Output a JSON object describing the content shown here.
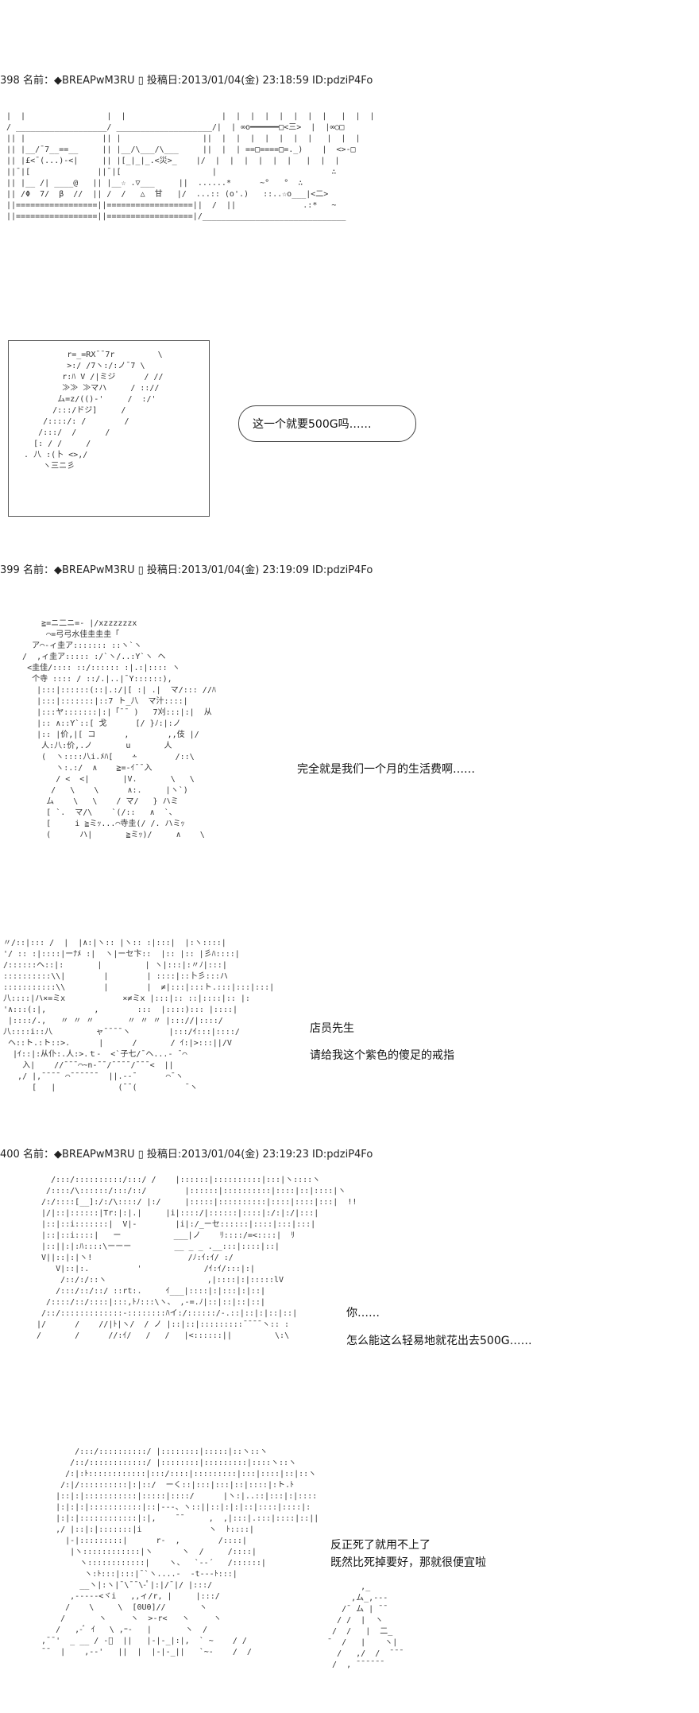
{
  "posts": [
    {
      "header": "398 名前：◆BREAPwM3RU ▯ 投稿日:2013/01/04(金) 23:18:59 ID:pdziP4Fo",
      "lines": [
        "这一个就要500G吗……"
      ]
    },
    {
      "header": "399 名前：◆BREAPwM3RU ▯ 投稿日:2013/01/04(金) 23:19:09 ID:pdziP4Fo",
      "lines": [
        "完全就是我们一个月的生活费啊……",
        "店员先生",
        "请给我这个紫色的傻足的戒指"
      ]
    },
    {
      "header": "400 名前：◆BREAPwM3RU ▯ 投稿日:2013/01/04(金) 23:19:23 ID:pdziP4Fo",
      "lines": [
        "你……",
        "怎么能这么轻易地就花出去500G……",
        "反正死了就用不上了",
        "既然比死掉要好，那就很便宜啦"
      ]
    }
  ]
}
